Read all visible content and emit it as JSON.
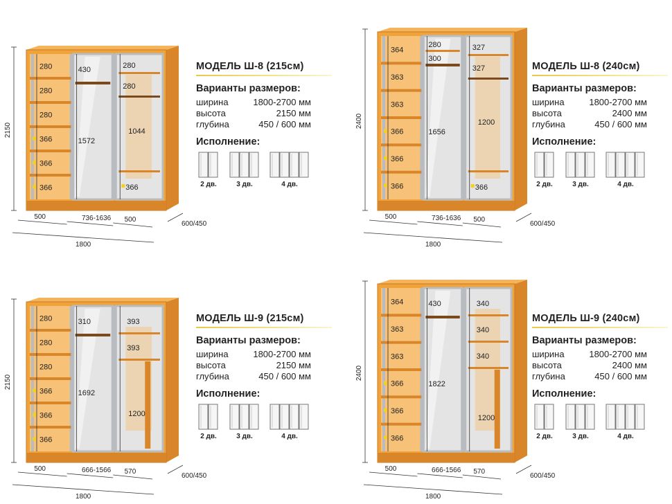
{
  "models": [
    {
      "title": "МОДЕЛЬ Ш-8 (215см)",
      "variants_title": "Варианты размеров:",
      "dimensions": [
        {
          "label": "ширина",
          "value": "1800-2700 мм"
        },
        {
          "label": "высота",
          "value": "2150 мм"
        },
        {
          "label": "глубина",
          "value": "450 / 600 мм"
        }
      ],
      "execution_title": "Исполнение:",
      "door_options": [
        "2 дв.",
        "3 дв.",
        "4 дв."
      ],
      "drawing": {
        "height_label": "2150",
        "depth_label": "600/450",
        "total_width_label": "1800",
        "bottom_labels": [
          "500",
          "736-1636",
          "500"
        ],
        "left_labels": [
          "280",
          "280",
          "280",
          "366",
          "366",
          "366"
        ],
        "middle_labels": [
          "430",
          "1572"
        ],
        "right_labels": [
          "280",
          "280",
          "1044",
          "366"
        ]
      }
    },
    {
      "title": "МОДЕЛЬ Ш-8 (240см)",
      "variants_title": "Варианты размеров:",
      "dimensions": [
        {
          "label": "ширина",
          "value": "1800-2700 мм"
        },
        {
          "label": "высота",
          "value": "2400 мм"
        },
        {
          "label": "глубина",
          "value": "450 / 600 мм"
        }
      ],
      "execution_title": "Исполнение:",
      "door_options": [
        "2 дв.",
        "3 дв.",
        "4 дв."
      ],
      "drawing": {
        "height_label": "2400",
        "depth_label": "600/450",
        "total_width_label": "1800",
        "bottom_labels": [
          "500",
          "736-1636",
          "500"
        ],
        "left_labels": [
          "364",
          "363",
          "363",
          "366",
          "366",
          "366"
        ],
        "middle_labels": [
          "280",
          "300",
          "1656"
        ],
        "right_labels": [
          "327",
          "327",
          "1200",
          "366"
        ]
      }
    },
    {
      "title": "МОДЕЛЬ Ш-9 (215см)",
      "variants_title": "Варианты размеров:",
      "dimensions": [
        {
          "label": "ширина",
          "value": "1800-2700 мм"
        },
        {
          "label": "высота",
          "value": "2150 мм"
        },
        {
          "label": "глубина",
          "value": "450 / 600 мм"
        }
      ],
      "execution_title": "Исполнение:",
      "door_options": [
        "2 дв.",
        "3 дв.",
        "4 дв."
      ],
      "drawing": {
        "height_label": "2150",
        "depth_label": "600/450",
        "total_width_label": "1800",
        "bottom_labels": [
          "500",
          "666-1566",
          "570"
        ],
        "left_labels": [
          "280",
          "280",
          "280",
          "366",
          "366",
          "366"
        ],
        "middle_labels": [
          "310",
          "1692"
        ],
        "right_labels": [
          "393",
          "393",
          "1200"
        ]
      }
    },
    {
      "title": "МОДЕЛЬ Ш-9 (240см)",
      "variants_title": "Варианты размеров:",
      "dimensions": [
        {
          "label": "ширина",
          "value": "1800-2700 мм"
        },
        {
          "label": "высота",
          "value": "2400 мм"
        },
        {
          "label": "глубина",
          "value": "450 / 600 мм"
        }
      ],
      "execution_title": "Исполнение:",
      "door_options": [
        "2 дв.",
        "3 дв.",
        "4 дв."
      ],
      "drawing": {
        "height_label": "2400",
        "depth_label": "600/450",
        "total_width_label": "1800",
        "bottom_labels": [
          "500",
          "666-1566",
          "570"
        ],
        "left_labels": [
          "364",
          "363",
          "363",
          "366",
          "366",
          "366"
        ],
        "middle_labels": [
          "430",
          "1822"
        ],
        "right_labels": [
          "340",
          "340",
          "340",
          "1200"
        ]
      }
    }
  ],
  "colors": {
    "wood": "#f0a33a",
    "wood_dark": "#d9862a",
    "wood_inner": "#f7c277",
    "mirror": "#e4e4e4",
    "frame": "#b8bcc0",
    "accent_rule": "#e8c84a",
    "dimension_line": "#333333"
  }
}
